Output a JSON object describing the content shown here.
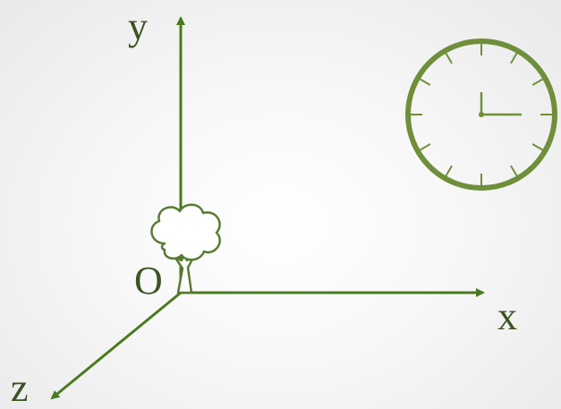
{
  "diagram": {
    "axes": {
      "x_label": "x",
      "y_label": "y",
      "z_label": "z",
      "origin_label": "O"
    },
    "colors": {
      "axis": "#4a7a1e",
      "label": "#3b5323",
      "tree_outline": "#5a7a32",
      "clock": "#6f8f3a"
    },
    "icons": {
      "tree": "tree-icon",
      "clock": "clock-icon"
    }
  }
}
